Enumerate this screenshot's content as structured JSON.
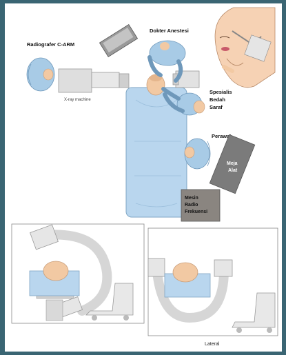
{
  "labels": {
    "radiographer": "Radiografer C-ARM",
    "anesthesiologist": "Dokter Anestesi",
    "xray_machine": "X-ray machine",
    "neurosurgeon": [
      "Spesialis",
      "Bedah",
      "Saraf"
    ],
    "nurse": "Perawat",
    "instrument_table": [
      "Meja",
      "Alat"
    ],
    "rf_machine": [
      "Mesin",
      "Radio",
      "Frekuensi"
    ],
    "lateral": "Lateral"
  },
  "colors": {
    "background": "#3a6573",
    "scrub_blue": "#a8cbe6",
    "drape_blue": "#b9d6ee",
    "skin": "#f2c9a3",
    "machine_gray": "#d9d9d9",
    "rf_machine": "#8a8580",
    "table_gray": "#7b7b7b"
  }
}
